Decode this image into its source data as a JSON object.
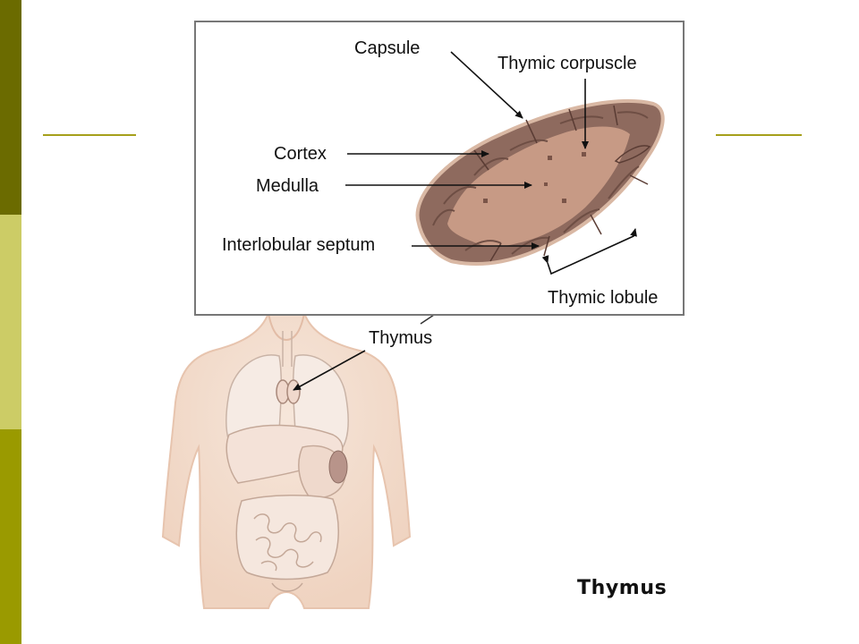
{
  "slide": {
    "colors": {
      "bar_top": "#6b6b00",
      "bar_mid": "#cccc66",
      "bar_bot": "#9a9a00",
      "accent_line": "#a6a01c"
    }
  },
  "diagram": {
    "labels": {
      "capsule": "Capsule",
      "thymic_corpuscle": "Thymic corpuscle",
      "cortex": "Cortex",
      "medulla": "Medulla",
      "interlobular_septum": "Interlobular septum",
      "thymic_lobule": "Thymic lobule",
      "thymus": "Thymus"
    },
    "caption": "Thymus",
    "colors": {
      "skin": "#f2dccd",
      "organ_outline": "#c9a08a",
      "medulla": "#c79a85",
      "cortex": "#8e6a5e",
      "inset_border": "#777777"
    }
  }
}
